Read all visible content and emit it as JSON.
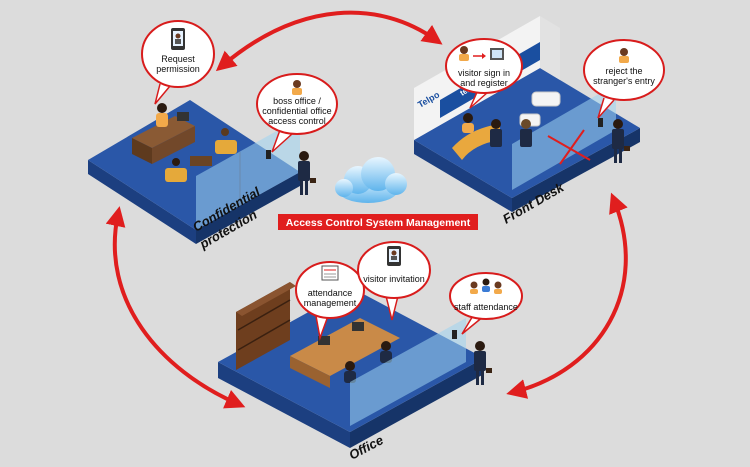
{
  "banner": {
    "text": "Access Control System Management",
    "color": "#e01e1e"
  },
  "zones": {
    "confidential": {
      "label_line1": "Confidential",
      "label_line2": "protection"
    },
    "front_desk": {
      "label": "Front Desk",
      "sign_brand": "Telpo",
      "sign_text": "telepo ... Ltd."
    },
    "office": {
      "label": "Office"
    }
  },
  "bubbles": {
    "request_permission": {
      "line1": "Request",
      "line2": "permission",
      "icon": "phone-person-icon"
    },
    "boss_office": {
      "line1": "boss office /",
      "line2": "confidential office",
      "line3": "access control",
      "icon": "person-icon"
    },
    "visitor_sign_in": {
      "line1": "visitor sign in",
      "line2": "and register",
      "icon": "person-to-terminal-icon"
    },
    "reject_stranger": {
      "line1": "reject the",
      "line2": "stranger's entry",
      "icon": "person-icon"
    },
    "attendance_management": {
      "line1": "attendance",
      "line2": "management",
      "icon": "report-sheet-icon"
    },
    "visitor_invitation": {
      "line1": "visitor invitation",
      "icon": "phone-person-icon"
    },
    "staff_attendance": {
      "line1": "staff attendance",
      "icon": "group-people-icon"
    }
  },
  "colors": {
    "arrow": "#e01e1e",
    "floor": "#2a57a8",
    "floor_side": "#1c3f80",
    "glass": "#9fd3f0",
    "bubble_border": "#d81c1c"
  }
}
